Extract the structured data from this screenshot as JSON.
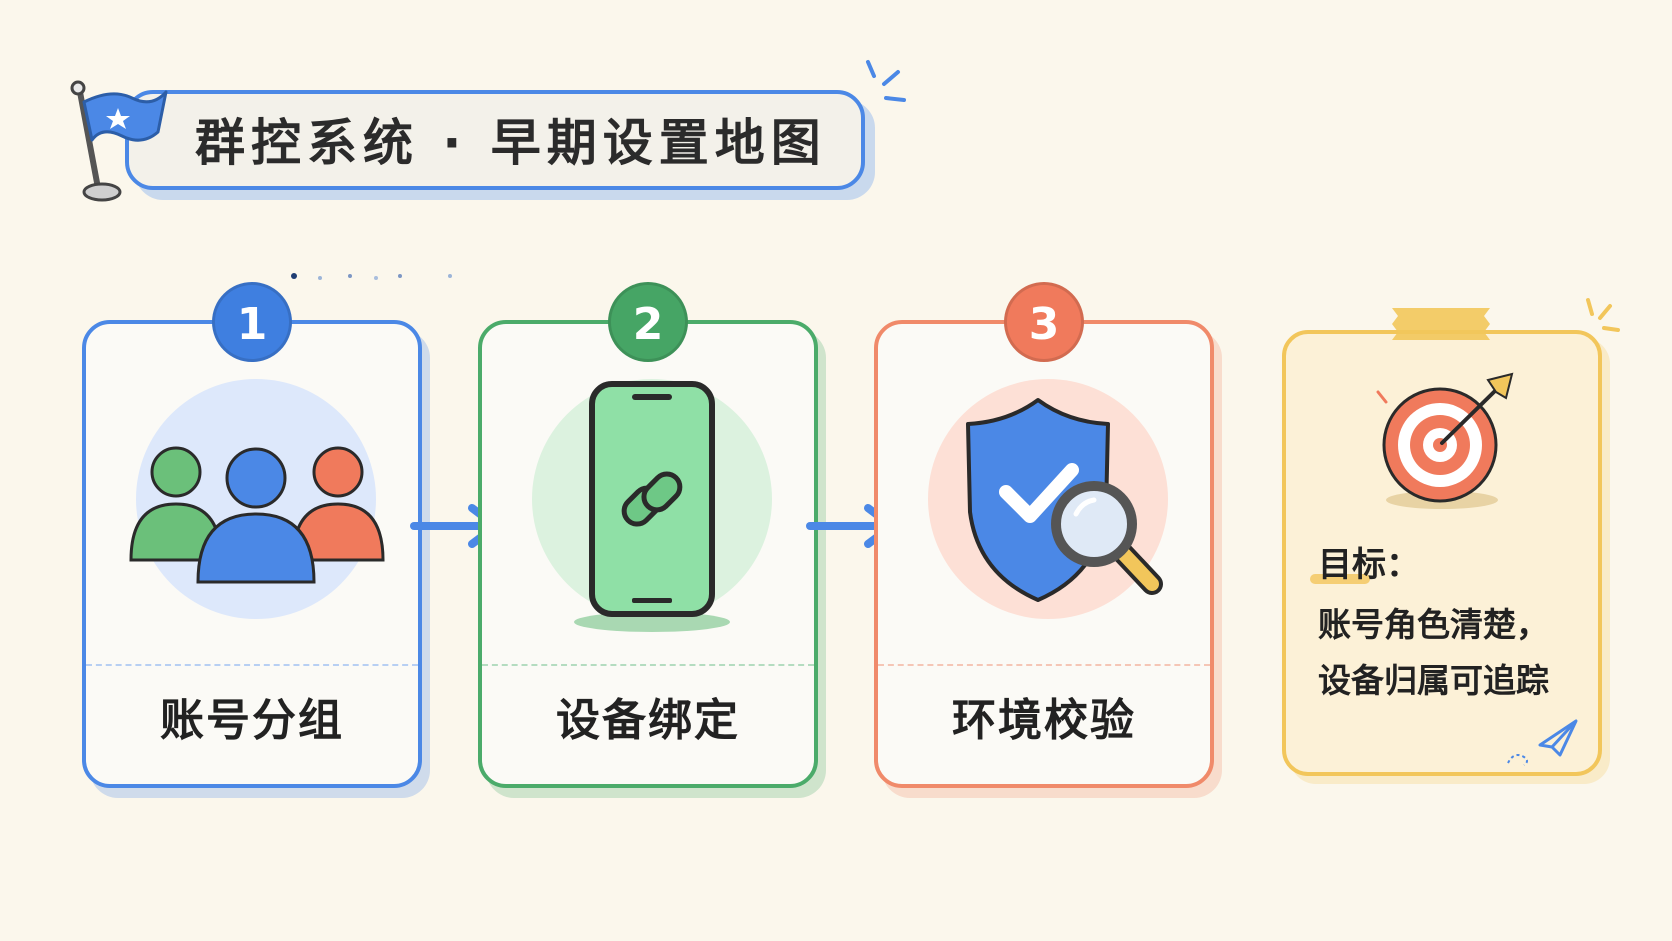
{
  "title": "群控系统 · 早期设置地图",
  "steps": [
    {
      "number": "1",
      "label": "账号分组",
      "icon": "users-group-icon",
      "color": "#4b88e6"
    },
    {
      "number": "2",
      "label": "设备绑定",
      "icon": "phone-link-icon",
      "color": "#4bab6a"
    },
    {
      "number": "3",
      "label": "环境校验",
      "icon": "shield-check-search-icon",
      "color": "#f08a6a"
    }
  ],
  "goal": {
    "heading": "目标：",
    "line1": "账号角色清楚，",
    "line2": "设备归属可追踪",
    "icon": "target-arrow-icon",
    "color": "#f2c65b"
  }
}
